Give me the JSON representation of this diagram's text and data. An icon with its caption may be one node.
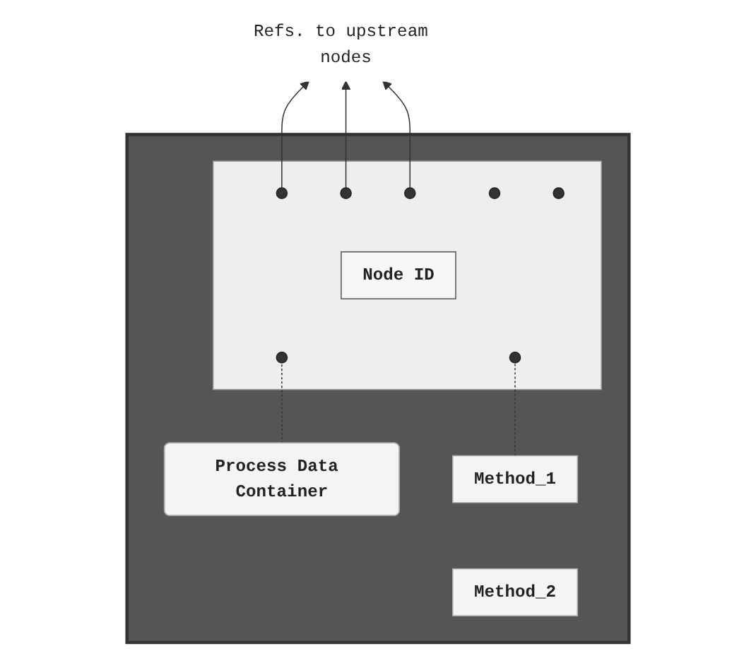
{
  "diagram": {
    "nodes": [
      {
        "text": [
          "Refs. to upstream nodes"
        ]
      },
      {
        "text": [],
        "shape": "box"
      },
      {
        "text": [],
        "shape": "box",
        "in": 1
      },
      {
        "text": [],
        "shape": "circle",
        "in": 2
      },
      {
        "text": [],
        "shape": "circle",
        "in": 2
      },
      {
        "text": [],
        "shape": "circle",
        "in": 2
      },
      {
        "text": [],
        "shape": "circle",
        "in": 2
      },
      {
        "text": [],
        "shape": "circle",
        "in": 2
      },
      {
        "text": [
          "Node ID"
        ],
        "in": 2
      },
      {
        "text": [],
        "shape": "circle",
        "in": 2
      },
      {
        "text": [],
        "shape": "circle",
        "in": 2
      },
      {
        "text": [
          "Process Data Container"
        ],
        "in": 1
      },
      {
        "text": [
          "Method_1"
        ],
        "in": 1
      },
      {
        "text": [
          "Method_2"
        ],
        "in": 1
      }
    ],
    "edges": [
      {
        "from": 3,
        "to": 0,
        "arrow": "to"
      },
      {
        "from": 4,
        "to": 0,
        "arrow": "to"
      },
      {
        "from": 5,
        "to": 0,
        "arrow": "to"
      },
      {
        "from": 9,
        "to": 11,
        "arrow": "none",
        "style": "dashed"
      },
      {
        "from": 10,
        "to": 12,
        "arrow": "none",
        "style": "dashed"
      }
    ]
  }
}
